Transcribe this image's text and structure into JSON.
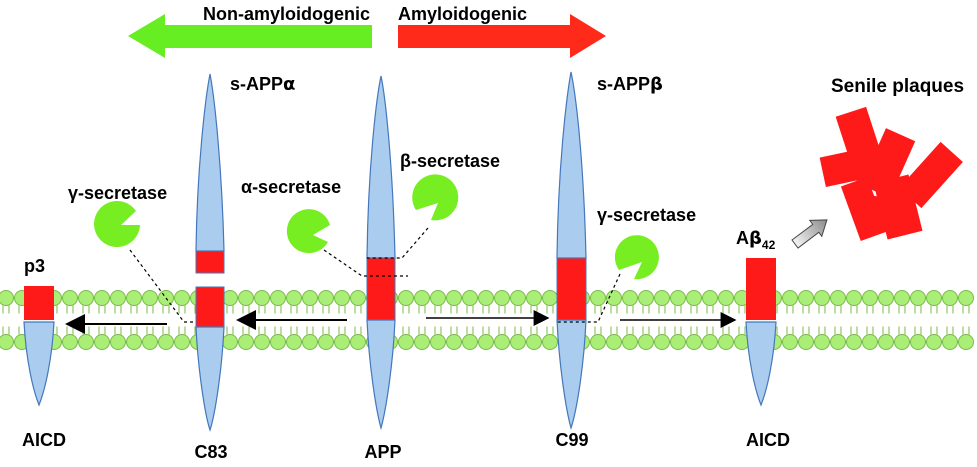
{
  "header": {
    "left_arrow_label": "Non-amyloidogenic",
    "right_arrow_label": "Amyloidogenic",
    "left_arrow_color": "#66ee22",
    "right_arrow_color": "#ff2a1a"
  },
  "fragments": {
    "s_app_alpha": {
      "prefix": "s-APP",
      "greek": "α"
    },
    "s_app_beta": {
      "prefix": "s-APP",
      "greek": "β"
    },
    "abeta42": {
      "greek": "A",
      "greek2": "β",
      "sub": "42"
    }
  },
  "enzymes": {
    "gamma_left": "γ-secretase",
    "alpha": "α-secretase",
    "beta": "β-secretase",
    "gamma_right": "γ-secretase"
  },
  "labels": {
    "p3": "p3",
    "senile_plaques": "Senile plaques",
    "aicd_left": "AICD",
    "c83": "C83",
    "app": "APP",
    "c99": "C99",
    "aicd_right": "AICD"
  },
  "colors": {
    "protein_fill": "#aaccee",
    "protein_stroke": "#4477bb",
    "abeta_red": "#ff1a1a",
    "enzyme_green": "#77ee22",
    "lipid_green": "#aaee77",
    "lipid_stroke": "#77bb44"
  }
}
